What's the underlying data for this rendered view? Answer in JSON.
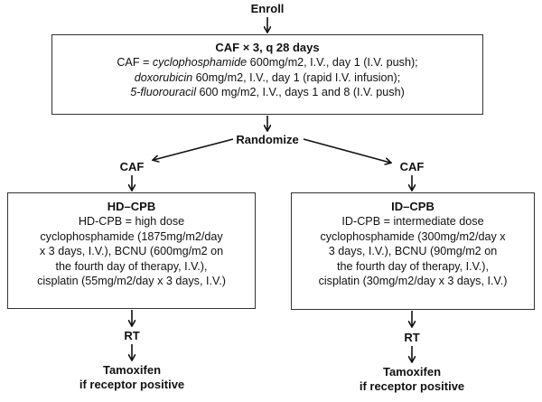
{
  "nodes": {
    "enroll": "Enroll",
    "randomize": "Randomize",
    "caf_left": "CAF",
    "caf_right": "CAF",
    "rt_left": "RT",
    "rt_right": "RT",
    "tamoxifen_left_1": "Tamoxifen",
    "tamoxifen_left_2": "if receptor positive",
    "tamoxifen_right_1": "Tamoxifen",
    "tamoxifen_right_2": "if receptor positive"
  },
  "caf_box": {
    "title": "CAF × 3, q 28 days",
    "line1_prefix": "CAF = ",
    "line1_drug": "cyclophosphamide",
    "line1_rest": " 600mg/m2, I.V., day 1 (I.V. push);",
    "line2_drug": "doxorubicin",
    "line2_rest": " 60mg/m2, I.V., day 1 (rapid I.V. infusion);",
    "line3_drug": "5-fluorouracil",
    "line3_rest": " 600 mg/m2, I.V., days 1 and 8 (I.V. push)"
  },
  "hd_box": {
    "title": "HD–CPB",
    "lines": [
      "HD-CPB = high dose",
      "cyclophosphamide (1875mg/m2/day",
      "x 3 days, I.V.), BCNU (600mg/m2 on",
      "the fourth day of therapy, I.V.),",
      "cisplatin (55mg/m2/day x 3 days, I.V.)"
    ]
  },
  "id_box": {
    "title": "ID–CPB",
    "lines": [
      "ID-CPB = intermediate dose",
      "cyclophosphamide (300mg/m2/day x",
      "3 days, I.V.), BCNU (90mg/m2 on",
      "the fourth day of therapy, I.V.),",
      "cisplatin (30mg/m2/day x 3 days, I.V.)"
    ]
  }
}
